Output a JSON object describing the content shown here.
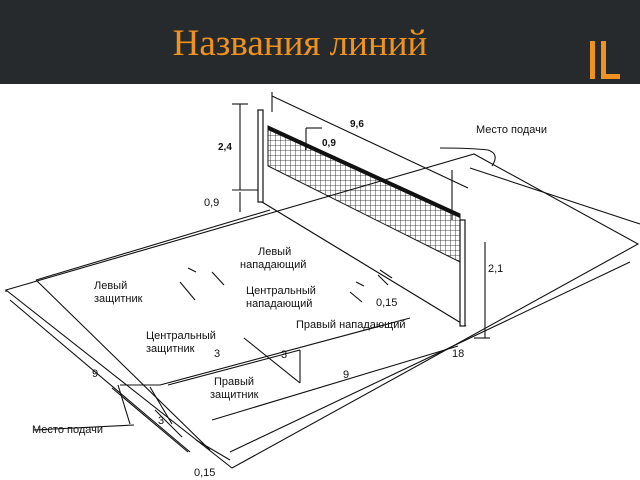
{
  "slide": {
    "title": "Названия линий",
    "accent_color": "#f0921f",
    "header_bg": "#262a2d",
    "corner_icon": "frame-corner-icon"
  },
  "diagram": {
    "dimensions": {
      "net_length": "9,6",
      "net_height": "2,4",
      "net_width": "0,9",
      "net_bottom": "0,9",
      "post_height": "2,1",
      "court_length": "18",
      "court_half": "9",
      "court_width": "9",
      "zone_left": "3",
      "zone_right": "3",
      "service_zone": "3",
      "line_width": "0,15",
      "line_width_bottom": "0,15"
    },
    "labels": {
      "service_place_top": "Место подачи",
      "service_place_bottom": "Место подачи",
      "left_attacker_1": "Левый",
      "left_attacker_2": "нападающий",
      "center_attacker_1": "Центральный",
      "center_attacker_2": "нападающий",
      "right_attacker": "Правый нападающий",
      "left_defender_1": "Левый",
      "left_defender_2": "защитник",
      "center_defender_1": "Центральный",
      "center_defender_2": "защитник",
      "right_defender_1": "Правый",
      "right_defender_2": "защитник"
    }
  }
}
